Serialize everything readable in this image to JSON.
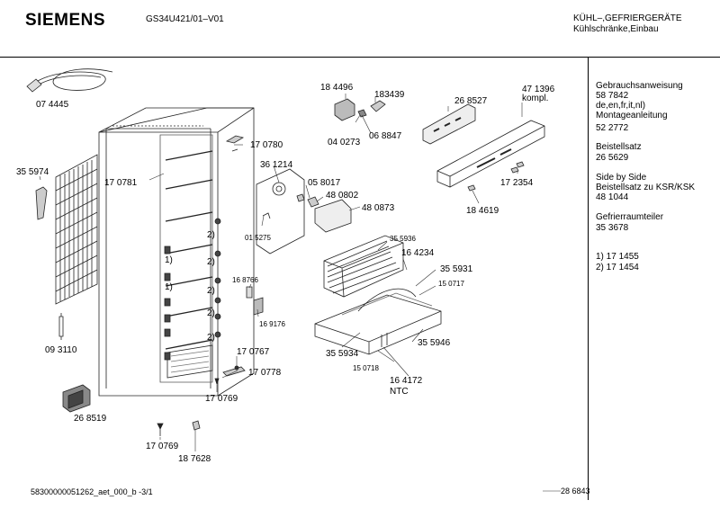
{
  "header": {
    "brand": "SIEMENS",
    "model": "GS34U421/01–V01",
    "category_line1": "KÜHL–,GEFRIERGERÄTE",
    "category_line2": "Kühlschränke,Einbau"
  },
  "side_panel": {
    "doc1_title": "Gebrauchsanweisung",
    "doc1_num": "58 7842",
    "doc1_langs": "de,en,fr,it,nl)",
    "doc2_title": "Montageanleitung",
    "doc2_num": "52 2772",
    "kit_title": "Beistellsatz",
    "kit_num": "26 5629",
    "sbs_title": "Side by Side",
    "sbs_sub": "Beistellsatz zu KSR/KSK",
    "sbs_num": "48 1044",
    "divider_title": "Gefrierraumteiler",
    "divider_num": "35 3678",
    "note1": "1) 17 1455",
    "note2": "2) 17 1454"
  },
  "part_labels": [
    "07 4445",
    "35 5974",
    "17 0781",
    "09 3110",
    "26 8519",
    "17 0769",
    "18 7628",
    "17 0780",
    "36 1214",
    "01 5275",
    "16 8766",
    "16 9176",
    "17 0767",
    "17 0778",
    "17 0769",
    "18 4496",
    "183439",
    "04 0273",
    "06 8847",
    "05 8017",
    "48 0802",
    "48 0873",
    "26 8527",
    "47 1396",
    "kompl.",
    "17 2354",
    "18 4619",
    "35 5936",
    "16 4234",
    "35 5931",
    "15 0717",
    "35 5934",
    "15 0718",
    "16 4172",
    "NTC",
    "35 5946"
  ],
  "shelf_notes": [
    "2)",
    "1)",
    "2)",
    "1)",
    "2)",
    "2)",
    "2)"
  ],
  "footer": {
    "doc_id": "58300000051262_aet_000_b -3/1",
    "drawing_ref": "28 6843"
  }
}
